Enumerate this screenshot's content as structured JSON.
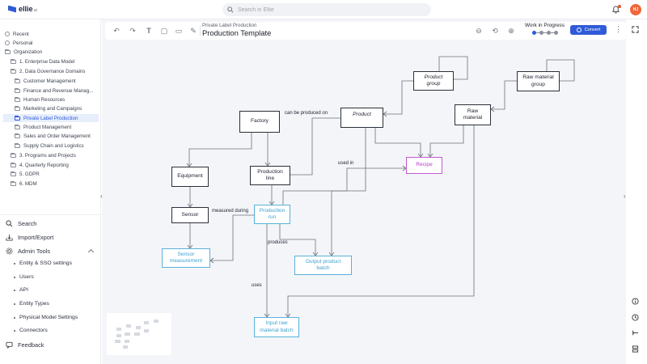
{
  "app": {
    "logo_text": "ellie",
    "logo_suffix": ".ai"
  },
  "search": {
    "placeholder": "Search in Ellie"
  },
  "user": {
    "initials": "HJ"
  },
  "sidebar": {
    "tree": [
      {
        "label": "Recent",
        "icon": "clock-icon"
      },
      {
        "label": "Personal",
        "icon": "circle-icon"
      },
      {
        "label": "Organization",
        "icon": "folder-icon"
      },
      {
        "label": "1. Enterprise Data Model",
        "icon": "folder-icon"
      },
      {
        "label": "2. Data Governance Domains",
        "icon": "folder-icon"
      },
      {
        "label": "Customer Management",
        "icon": "folder-icon"
      },
      {
        "label": "Finance and Revenue Manag...",
        "icon": "folder-icon"
      },
      {
        "label": "Human Resources",
        "icon": "folder-icon"
      },
      {
        "label": "Marketing and Campaigns",
        "icon": "folder-icon"
      },
      {
        "label": "Private Label Production",
        "icon": "folder-icon",
        "active": true
      },
      {
        "label": "Product Management",
        "icon": "folder-icon"
      },
      {
        "label": "Sales and Order Management",
        "icon": "folder-icon"
      },
      {
        "label": "Supply Chain and Logistics",
        "icon": "folder-icon"
      },
      {
        "label": "3. Programs and Projects",
        "icon": "folder-icon"
      },
      {
        "label": "4. Quarterly Reporting",
        "icon": "folder-icon"
      },
      {
        "label": "5. GDPR",
        "icon": "folder-icon"
      },
      {
        "label": "6. MDM",
        "icon": "folder-icon"
      }
    ],
    "nav": {
      "search": "Search",
      "import_export": "Import/Export",
      "admin_tools": "Admin Tools",
      "feedback": "Feedback"
    },
    "admin_items": [
      "Entity & SSO settings",
      "Users",
      "API",
      "Entity Types",
      "Physical Model Settings",
      "Connectors"
    ]
  },
  "toolbar": {
    "breadcrumb": "Private Label Production",
    "title": "Production Template",
    "status_label": "Work in Progress",
    "status_step": 1,
    "status_total": 4,
    "convert_label": "Convert"
  },
  "diagram": {
    "entities": {
      "product_group": "Product\ngroup",
      "raw_material_group": "Raw material\ngroup",
      "factory": "Factory",
      "product": "Product",
      "raw_material": "Raw\nmaterial",
      "recipe": "Recipe",
      "equipment": "Equipment",
      "production_line": "Production\nline",
      "sensor": "Sensor",
      "production_run": "Production\nrun",
      "sensor_measurement": "Sensor\nmeasurement",
      "output_product_batch": "Output product\nbatch",
      "input_raw_material_batch": "Input raw\nmaterial batch"
    },
    "relationships": {
      "can_be_produced_on": "can be produced on",
      "used_in": "used in",
      "measured_during": "measured during",
      "produces": "produces",
      "uses": "uses"
    }
  },
  "colors": {
    "accent": "#2f5bd8",
    "avatar": "#f0663a",
    "blue_entity": "#5ab1d9",
    "pink_entity": "#c35ad0"
  }
}
